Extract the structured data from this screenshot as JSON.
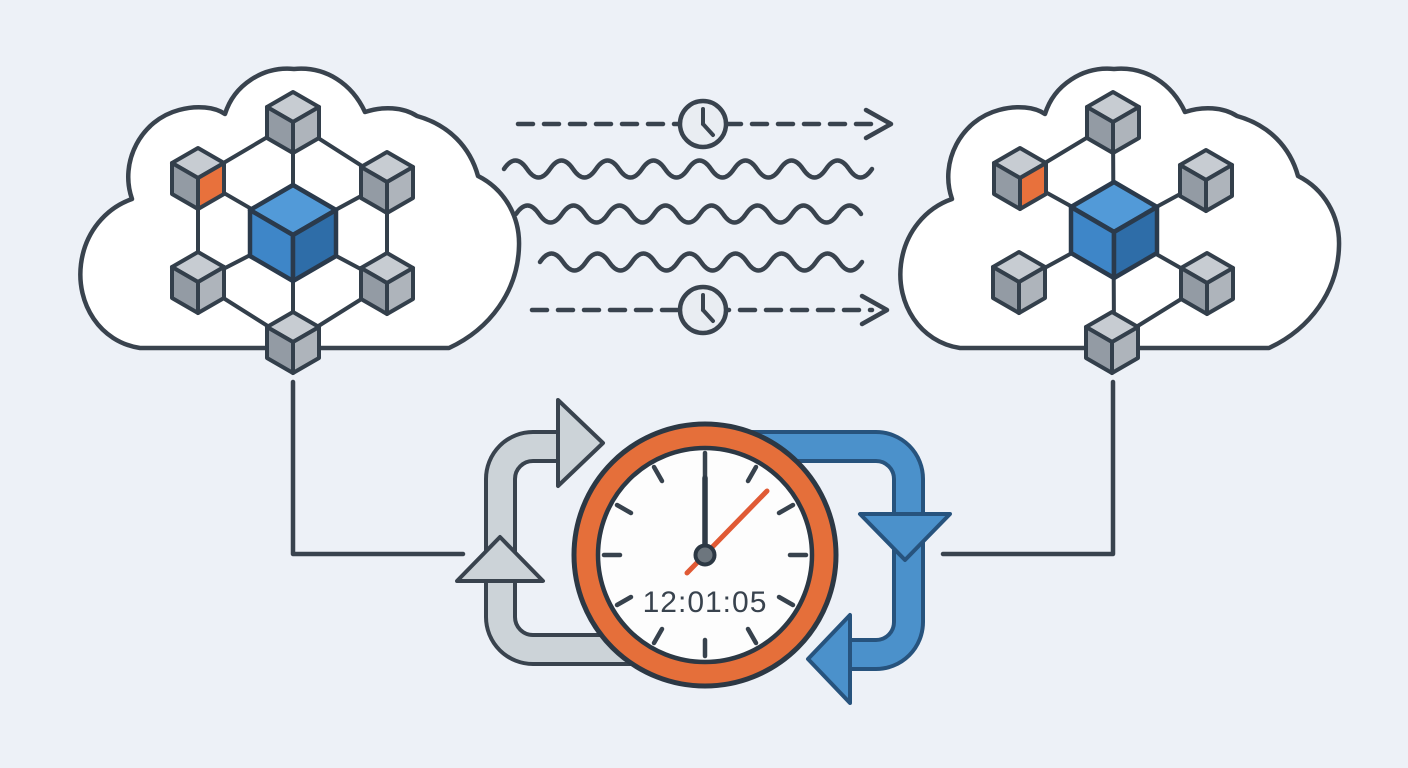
{
  "illustration": {
    "kind": "cloud-network-time-sync-diagram",
    "sync_clock": {
      "time": "12:01:05",
      "icon": "analog-clock-face-icon",
      "ring_color": "#e56f3a",
      "second_hand_color": "#e05a35"
    },
    "left_cloud": {
      "icon": "cloud-network-icon",
      "hub_cube_color": "blue",
      "outer_cube_count": 6,
      "accent_cube_color": "orange"
    },
    "right_cloud": {
      "icon": "cloud-network-icon",
      "hub_cube_color": "blue",
      "outer_cube_count": 6,
      "accent_cube_color": "orange"
    },
    "transfer_channel": {
      "top_arrow_icon": "dashed-arrow-right-icon",
      "top_clock_icon": "clock-icon",
      "wave_line_count": 3,
      "bottom_arrow_icon": "dashed-arrow-right-icon",
      "bottom_clock_icon": "clock-icon"
    },
    "sync_loops": {
      "left_loop_icon": "gray-counterclockwise-loop-arrow-icon",
      "right_loop_icon": "blue-clockwise-loop-arrow-icon"
    },
    "colors": {
      "background": "#edf1f7",
      "outline": "#39434e",
      "cloud_fill": "#ffffff",
      "orange_accent": "#e8713c",
      "clock_ring_orange": "#e56f3a",
      "second_hand_orange": "#e05a35",
      "blue_loop": "#4b91cb",
      "gray_loop": "#ccd3d8",
      "cube_top": "#c7ccd2",
      "cube_left": "#939ba4",
      "cube_right": "#aeb4bb",
      "blue_cube_top": "#529ad8",
      "blue_cube_left": "#3e86c8",
      "blue_cube_right": "#2e6da8"
    }
  }
}
